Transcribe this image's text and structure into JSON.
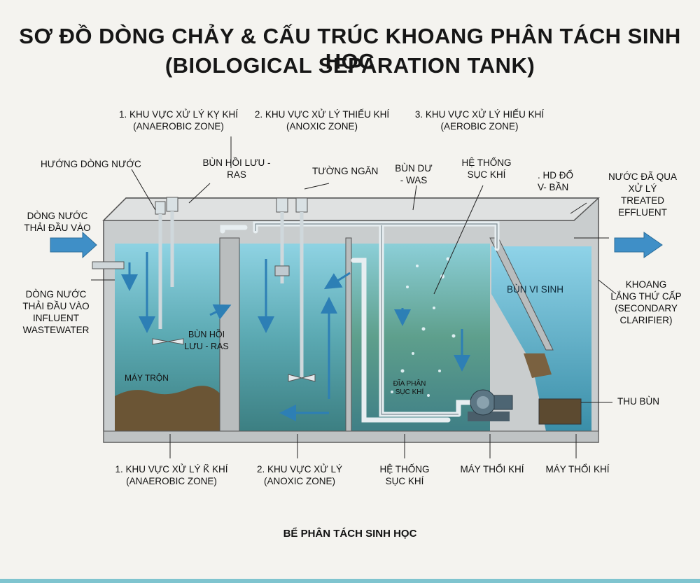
{
  "title": {
    "line1": "SƠ ĐỒ DÒNG CHẢY & CẤU TRÚC KHOANG PHÂN TÁCH SINH HỌC",
    "line2": "(BIOLOGICAL SEPARATION TANK)"
  },
  "zones_top": [
    {
      "line1": "1. KHU VỰC XỬ LÝ KỴ KHÍ",
      "line2": "(ANAEROBIC ZONE)"
    },
    {
      "line1": "2. KHU VỰC XỬ LÝ THIẾU KHÍ",
      "line2": "(ANOXIC ZONE)"
    },
    {
      "line1": "3. KHU VỰC XỬ LÝ HIẾU KHÍ",
      "line2": "(AEROBIC ZONE)"
    }
  ],
  "labels": {
    "flow_direction": "HƯỚNG DÒNG NƯỚC",
    "ras_top_1": "BÙN HỒI LƯU -",
    "ras_top_2": "RAS",
    "partition_wall": "TƯỜNG NGĂN",
    "was_1": "BÙN DƯ",
    "was_2": "- WAS",
    "aeration_top_1": "HỆ THỐNG",
    "aeration_top_2": "SỤC KHÍ",
    "garbled_1": ". HD ĐỔ",
    "garbled_2": "V- BẦN",
    "treated_1": "NƯỚC ĐÃ QUA",
    "treated_2": "XỬ LÝ",
    "treated_3": "TREATED",
    "treated_4": "EFFLUENT",
    "inlet_1": "DÒNG NƯỚC",
    "inlet_2": "THẢI ĐẦU VÀO",
    "influent_1": "DÒNG NƯỚC",
    "influent_2": "THẢI ĐẦU VÀO",
    "influent_3": "INFLUENT",
    "influent_4": "WASTEWATER",
    "ras_inner_1": "BÙN HỒI",
    "ras_inner_2": "LƯU - RAS",
    "mixer": "MÁY TRỘN",
    "diffuser_1": "ĐĨA PHÂN",
    "diffuser_2": "SỤC KHÍ",
    "microbial_sludge": "BÙN VI SINH",
    "clarifier_1": "KHOANG",
    "clarifier_2": "LẮNG THỨ CẤP",
    "clarifier_3": "(SECONDARY",
    "clarifier_4": "CLARIFIER)",
    "sludge_collect": "THU BÙN"
  },
  "zones_bottom": [
    {
      "line1": "1. KHU VỰC XỬ LÝ K̃ KHÍ",
      "line2": "(ANAEROBIC ZONE)"
    },
    {
      "line1": "2. KHU VỰC XỬ LÝ",
      "line2": "(ANOXIC ZONE)"
    },
    {
      "line1": "HỆ THỐNG",
      "line2": "SỤC KHÍ"
    },
    {
      "line1": "MÁY THỔI KHÍ"
    },
    {
      "line1": "MÁY THỔI KHÍ"
    }
  ],
  "caption": "BỂ PHÂN TÁCH SINH HỌC",
  "colors": {
    "water_top": "#8ccfe0",
    "water_deep": "#3f8a8f",
    "concrete": "#cfd2d3",
    "pipe": "#e4eef2",
    "arrow": "#2d7fb5",
    "sludge": "#6b5535",
    "bubble": "#eaf6fb"
  }
}
